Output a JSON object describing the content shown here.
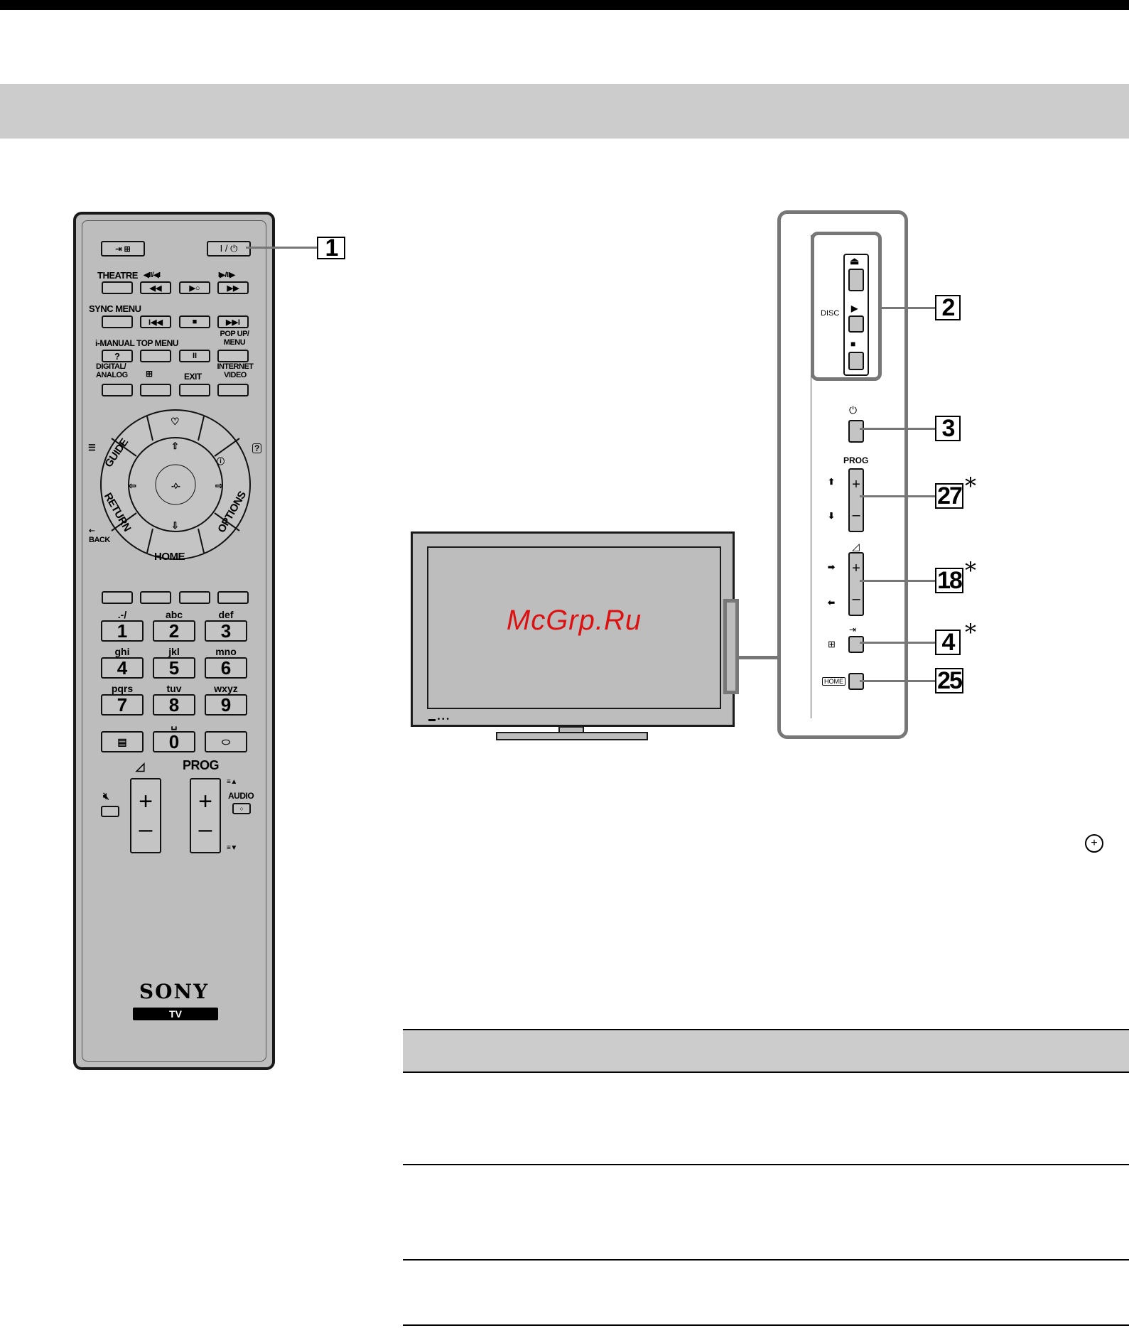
{
  "remote": {
    "power_label": "I / ⏻",
    "theatre": "THEATRE",
    "prev_frame": "◀II/◀I",
    "next_frame": "I▶/II▶",
    "sync_menu": "SYNC MENU",
    "i_manual": "i-MANUAL",
    "top_menu": "TOP MENU",
    "pop_up_menu": "POP UP/ MENU",
    "help_q": "?",
    "digital_analog": "DIGITAL/ ANALOG",
    "exit": "EXIT",
    "internet_video": "INTERNET VIDEO",
    "guide": "GUIDE",
    "return": "RETURN",
    "options": "OPTIONS",
    "home": "HOME",
    "back": "BACK",
    "numbers": [
      {
        "sub": ".-/",
        "num": "1"
      },
      {
        "sub": "abc",
        "num": "2"
      },
      {
        "sub": "def",
        "num": "3"
      },
      {
        "sub": "ghi",
        "num": "4"
      },
      {
        "sub": "jkl",
        "num": "5"
      },
      {
        "sub": "mno",
        "num": "6"
      },
      {
        "sub": "pqrs",
        "num": "7"
      },
      {
        "sub": "tuv",
        "num": "8"
      },
      {
        "sub": "wxyz",
        "num": "9"
      },
      {
        "sub": "␣",
        "num": "0"
      }
    ],
    "prog": "PROG",
    "audio": "AUDIO",
    "plus": "+",
    "minus": "–",
    "brand": "SONY",
    "model": "TV"
  },
  "tv": {
    "watermark": "McGrp.Ru"
  },
  "panel": {
    "disc": "DISC",
    "prog": "PROG",
    "home": "HOME",
    "plus": "+",
    "minus": "–"
  },
  "callouts": [
    "1",
    "2",
    "3",
    "27",
    "18",
    "4",
    "25"
  ],
  "star": "*"
}
